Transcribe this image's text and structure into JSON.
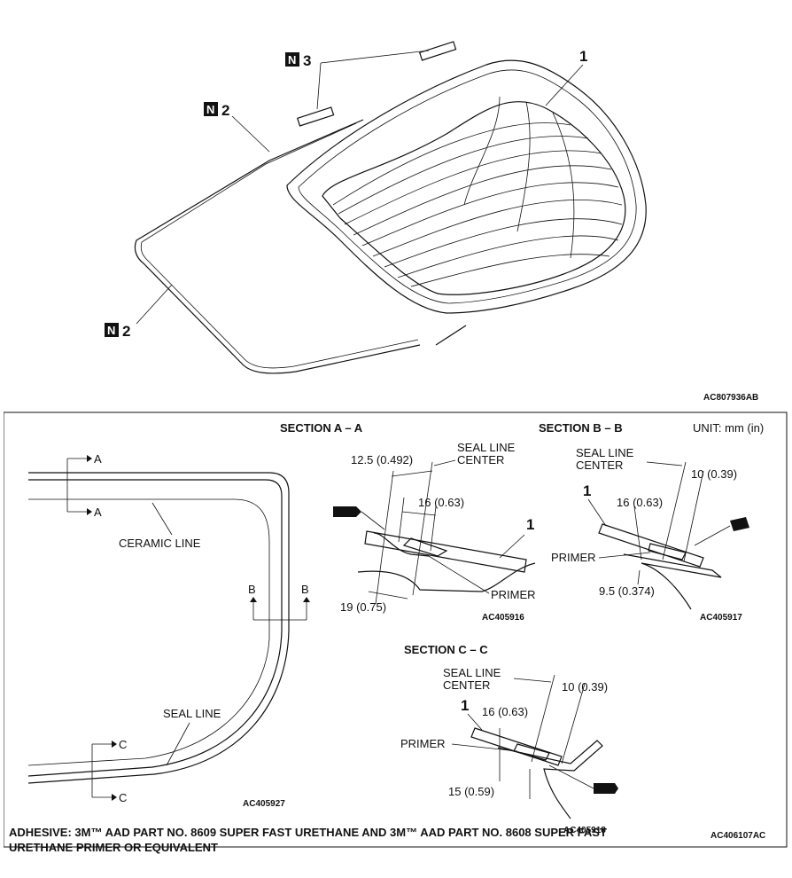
{
  "top_view": {
    "part_callout": "1",
    "n2_upper": "2",
    "n2_lower": "2",
    "n3": "3",
    "n_mark": "N",
    "figure_code": "AC807936AB"
  },
  "left_view": {
    "arrow_a": "A",
    "arrow_b": "B",
    "arrow_c": "C",
    "ceramic_line": "CERAMIC LINE",
    "seal_line": "SEAL LINE",
    "figure_code": "AC405927"
  },
  "unit_label": "UNIT: mm (in)",
  "section_aa": {
    "title": "SECTION A – A",
    "seal_line_center_1": "SEAL LINE",
    "seal_line_center_2": "CENTER",
    "dim_1": "12.5 (0.492)",
    "dim_2": "16 (0.63)",
    "dim_3": "19 (0.75)",
    "part": "1",
    "primer": "PRIMER",
    "figure_code": "AC405916"
  },
  "section_bb": {
    "title": "SECTION B – B",
    "seal_line_center_1": "SEAL LINE",
    "seal_line_center_2": "CENTER",
    "dim_1": "10 (0.39)",
    "dim_2": "16 (0.63)",
    "dim_3": "9.5 (0.374)",
    "part": "1",
    "primer": "PRIMER",
    "figure_code": "AC405917"
  },
  "section_cc": {
    "title": "SECTION C – C",
    "seal_line_center_1": "SEAL LINE",
    "seal_line_center_2": "CENTER",
    "dim_1": "10 (0.39)",
    "dim_2": "16 (0.63)",
    "dim_3": "15 (0.59)",
    "part": "1",
    "primer": "PRIMER",
    "figure_code": "AC405918"
  },
  "lower_figure_code": "AC406107AC",
  "footer": {
    "line1": "ADHESIVE: 3M™ AAD PART NO. 8609 SUPER FAST URETHANE AND 3M™ AAD PART NO. 8608 SUPER FAST",
    "line2": "URETHANE PRIMER OR EQUIVALENT"
  }
}
